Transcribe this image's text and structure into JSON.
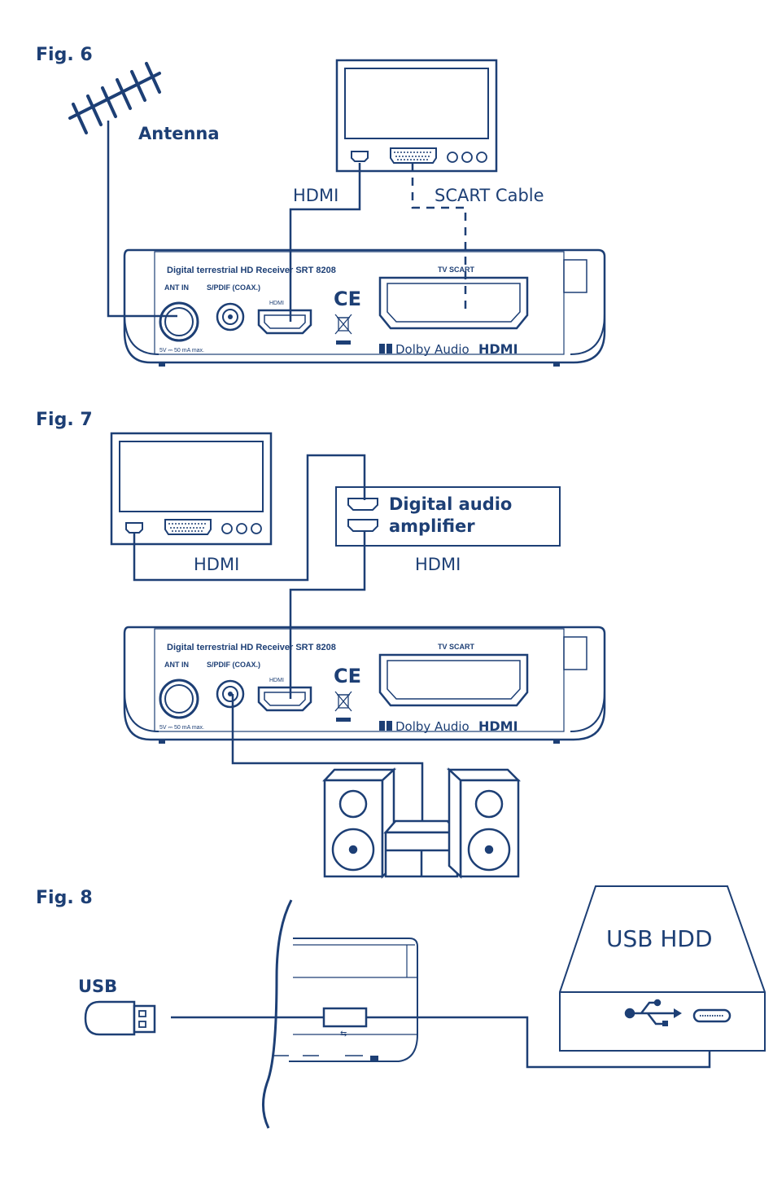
{
  "colors": {
    "ink": "#1d3f75",
    "background": "#ffffff"
  },
  "fig6": {
    "title": "Fig. 6",
    "antenna_label": "Antenna",
    "hdmi_label": "HDMI",
    "scart_label": "SCART Cable",
    "receiver": {
      "model": "Digital terrestrial HD Receiver SRT 8208",
      "ant_in": "ANT IN",
      "spdif": "S/PDIF (COAX.)",
      "hdmi_port": "HDMI",
      "tv_scart": "TV SCART",
      "power": "5V ⎓ 50 mA max.",
      "ce": "CE",
      "dolby": "Dolby Audio",
      "hdmi_logo": "HDMI"
    }
  },
  "fig7": {
    "title": "Fig. 7",
    "hdmi_label_left": "HDMI",
    "hdmi_label_right": "HDMI",
    "amplifier_label_line1": "Digital audio",
    "amplifier_label_line2": "amplifier",
    "receiver": {
      "model": "Digital terrestrial HD Receiver SRT 8208",
      "ant_in": "ANT IN",
      "spdif": "S/PDIF (COAX.)",
      "hdmi_port": "HDMI",
      "tv_scart": "TV SCART",
      "power": "5V ⎓ 50 mA max.",
      "ce": "CE",
      "dolby": "Dolby Audio",
      "hdmi_logo": "HDMI"
    }
  },
  "fig8": {
    "title": "Fig. 8",
    "usb_label": "USB",
    "hdd_label": "USB HDD"
  }
}
